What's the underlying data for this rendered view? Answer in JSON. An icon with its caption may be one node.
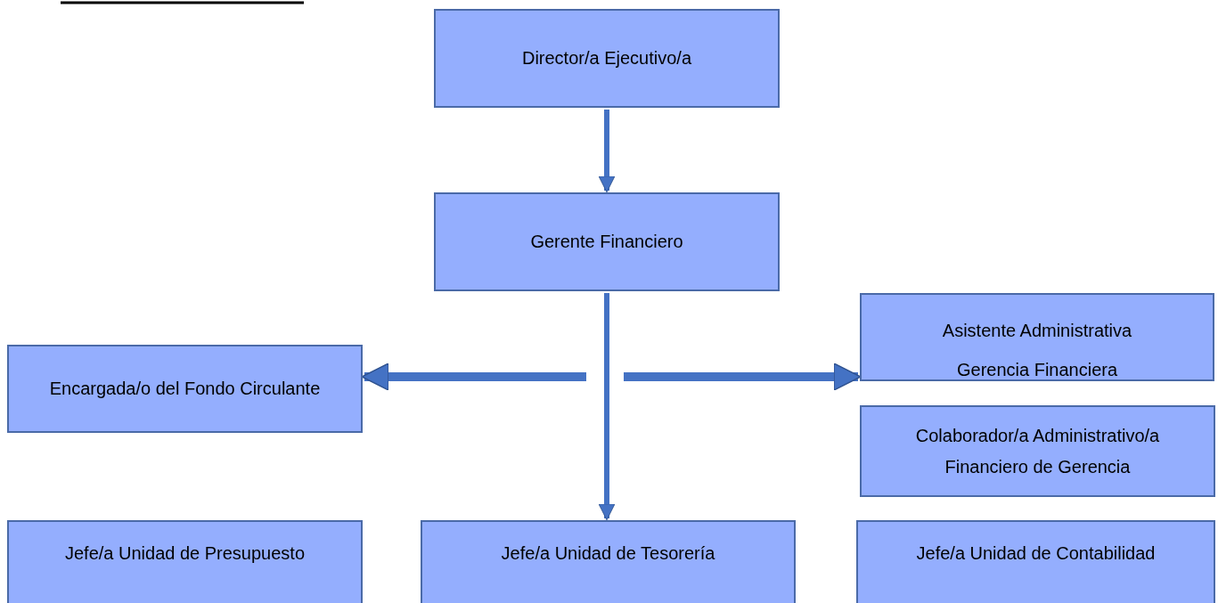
{
  "diagram": {
    "nodes": [
      {
        "text": [
          "Director/a Ejecutivo/a"
        ]
      },
      {
        "text": [
          "Gerente Financiero"
        ]
      },
      {
        "text": [
          "Encargada/o del Fondo Circulante"
        ]
      },
      {
        "text": [
          "Asistente Administrativa Gerencia Financiera"
        ]
      },
      {
        "text": [
          "Colaborador/a Administrativo/a Financiero de Gerencia"
        ]
      },
      {
        "text": [
          "Jefe/a Unidad de Presupuesto"
        ]
      },
      {
        "text": [
          "Jefe/a Unidad de Tesorería"
        ]
      },
      {
        "text": [
          "Jefe/a Unidad de Contabilidad"
        ]
      }
    ],
    "edges": [
      {
        "from": 0,
        "to": 1,
        "arrow": "to"
      },
      {
        "from": 1,
        "to": 6,
        "arrow": "to"
      },
      {
        "from": null,
        "to": 2,
        "arrow": "to"
      },
      {
        "from": null,
        "to": 3,
        "arrow": "to"
      }
    ]
  }
}
